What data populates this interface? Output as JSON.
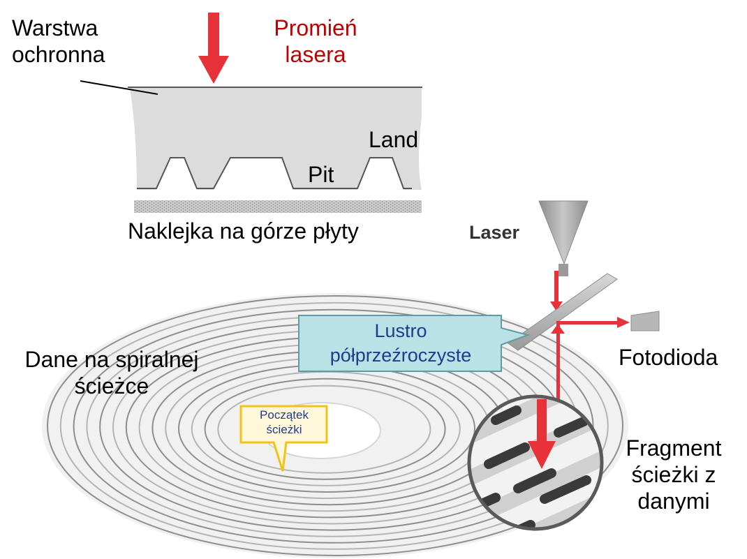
{
  "labels": {
    "protective_layer": [
      "Warstwa",
      "ochronna"
    ],
    "laser_beam": [
      "Promień",
      "lasera"
    ],
    "land": "Land",
    "pit": "Pit",
    "label_side": "Naklejka na górze płyty",
    "laser": "Laser",
    "mirror": [
      "Lustro",
      "półprzeźroczyste"
    ],
    "photodiode": "Fotodioda",
    "spiral_data": [
      "Dane na spiralnej",
      "ścieżce"
    ],
    "track_start": [
      "Początek",
      "ścieżki"
    ],
    "track_fragment": [
      "Fragment",
      "ścieżki z",
      "danymi"
    ]
  },
  "colors": {
    "beam_red": "#e8323a",
    "title_red": "#c00000",
    "disc_gray": "#dedede",
    "track_gray": "#9a9a9a",
    "mirror_callout_fill": "#b9e1e6",
    "mirror_callout_border": "#5d9ba6",
    "mirror_callout_text": "#1f3b8c",
    "start_callout_fill": "#fff7d9",
    "start_callout_border": "#f2c21b"
  }
}
